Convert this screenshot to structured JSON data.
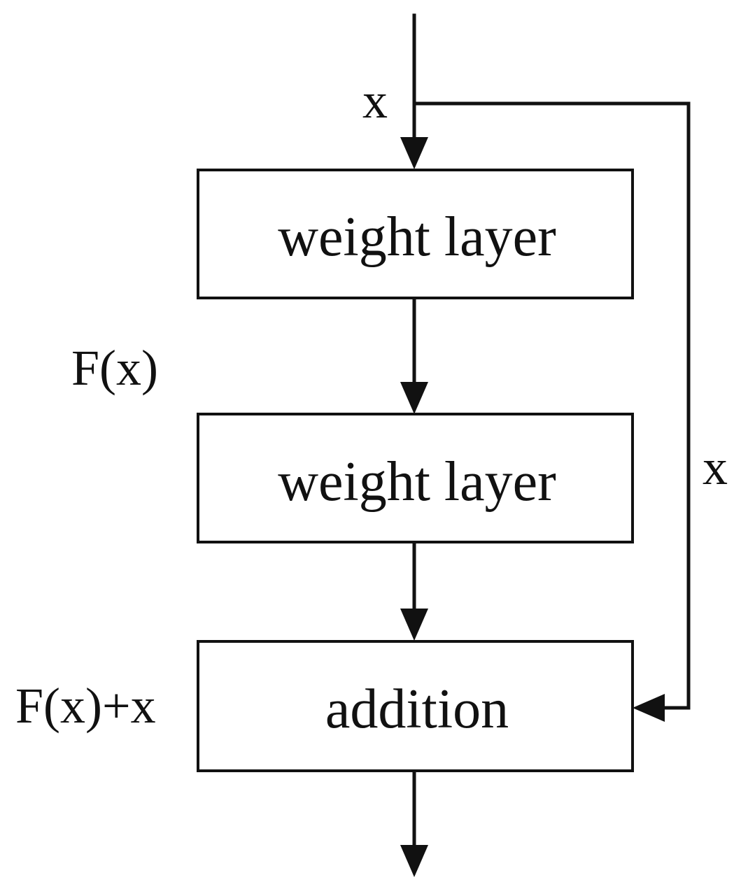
{
  "diagram": {
    "nodes": [
      {
        "id": "weight-layer-1",
        "label": "weight layer"
      },
      {
        "id": "weight-layer-2",
        "label": "weight layer"
      },
      {
        "id": "addition",
        "label": "addition"
      }
    ],
    "labels": {
      "input": "x",
      "intermediate": "F(x)",
      "output": "F(x)+x",
      "shortcut": "x"
    },
    "edges": [
      {
        "from": "input",
        "to": "weight-layer-1"
      },
      {
        "from": "weight-layer-1",
        "to": "weight-layer-2"
      },
      {
        "from": "weight-layer-2",
        "to": "addition"
      },
      {
        "from": "input",
        "to": "addition",
        "type": "shortcut"
      },
      {
        "from": "addition",
        "to": "output"
      }
    ],
    "colors": {
      "stroke": "#111111",
      "background": "#ffffff"
    }
  }
}
